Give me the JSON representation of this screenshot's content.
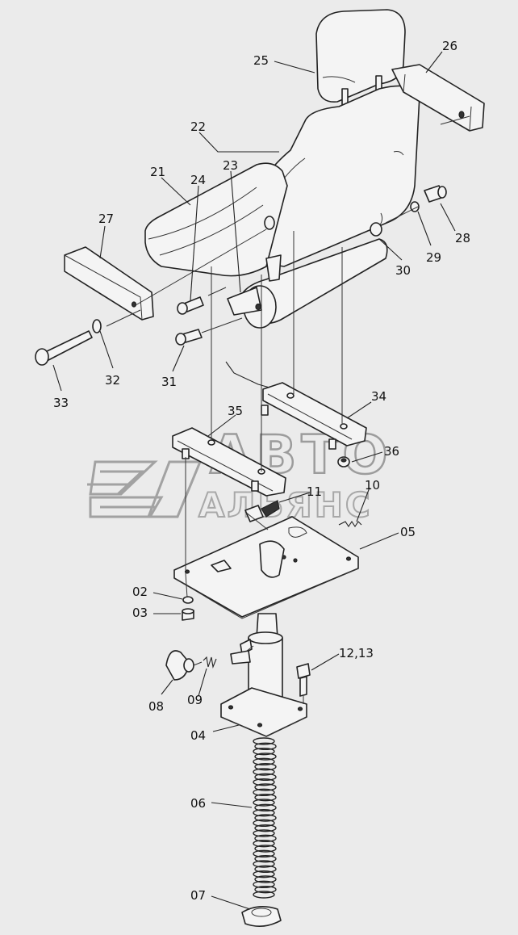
{
  "watermark": {
    "line1": "АВТО",
    "line2": "АЛЬЯНС"
  },
  "callouts": [
    {
      "id": "c25",
      "text": "25"
    },
    {
      "id": "c26",
      "text": "26"
    },
    {
      "id": "c22",
      "text": "22"
    },
    {
      "id": "c21",
      "text": "21"
    },
    {
      "id": "c24",
      "text": "24"
    },
    {
      "id": "c23",
      "text": "23"
    },
    {
      "id": "c27",
      "text": "27"
    },
    {
      "id": "c28",
      "text": "28"
    },
    {
      "id": "c29",
      "text": "29"
    },
    {
      "id": "c30",
      "text": "30"
    },
    {
      "id": "c32",
      "text": "32"
    },
    {
      "id": "c33",
      "text": "33"
    },
    {
      "id": "c31",
      "text": "31"
    },
    {
      "id": "c34",
      "text": "34"
    },
    {
      "id": "c35",
      "text": "35"
    },
    {
      "id": "c36",
      "text": "36"
    },
    {
      "id": "c11",
      "text": "11"
    },
    {
      "id": "c10",
      "text": "10"
    },
    {
      "id": "c05",
      "text": "05"
    },
    {
      "id": "c02",
      "text": "02"
    },
    {
      "id": "c03",
      "text": "03"
    },
    {
      "id": "c1213",
      "text": "12,13"
    },
    {
      "id": "c08",
      "text": "08"
    },
    {
      "id": "c09",
      "text": "09"
    },
    {
      "id": "c04",
      "text": "04"
    },
    {
      "id": "c06",
      "text": "06"
    },
    {
      "id": "c07",
      "text": "07"
    }
  ]
}
